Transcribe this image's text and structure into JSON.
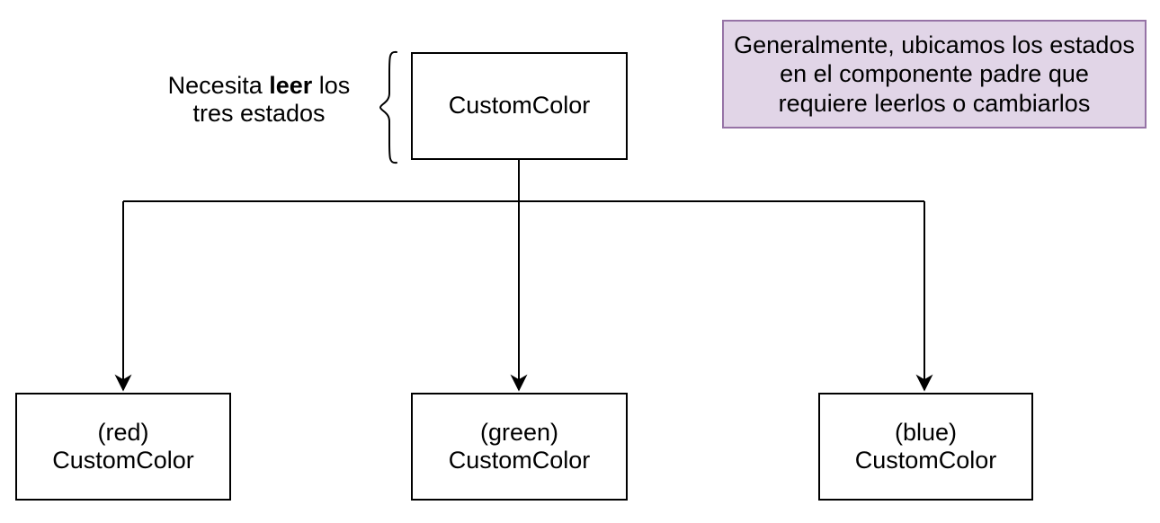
{
  "colors": {
    "background": "#ffffff",
    "line": "#000000",
    "text": "#000000",
    "node_fill": "#ffffff",
    "node_border": "#000000",
    "note_fill": "#e1d5e7",
    "note_border": "#9673a6"
  },
  "annotation": {
    "line1_pre": "Necesita",
    "line1_bold": "leer",
    "line1_post": "los",
    "line2": "tres estados",
    "brace_glyph": "{"
  },
  "note": {
    "line1": "Generalmente, ubicamos los estados",
    "line2": "en el componente padre que",
    "line3": "requiere leerlos o cambiarlos"
  },
  "parent_node": {
    "label": "CustomColor"
  },
  "child_nodes": [
    {
      "qualifier": "(red)",
      "label": "CustomColor"
    },
    {
      "qualifier": "(green)",
      "label": "CustomColor"
    },
    {
      "qualifier": "(blue)",
      "label": "CustomColor"
    }
  ]
}
